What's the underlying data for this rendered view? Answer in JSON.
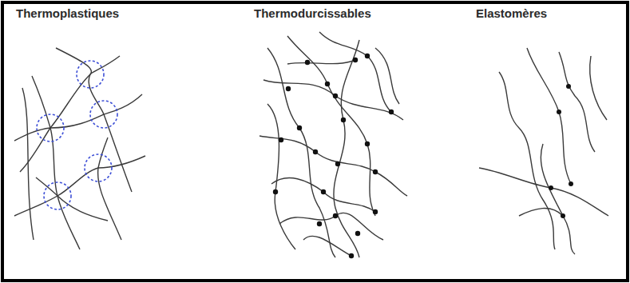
{
  "diagram": {
    "labels": [
      "Thermoplastiques",
      "Thermodurcissables",
      "Elastomères"
    ]
  }
}
